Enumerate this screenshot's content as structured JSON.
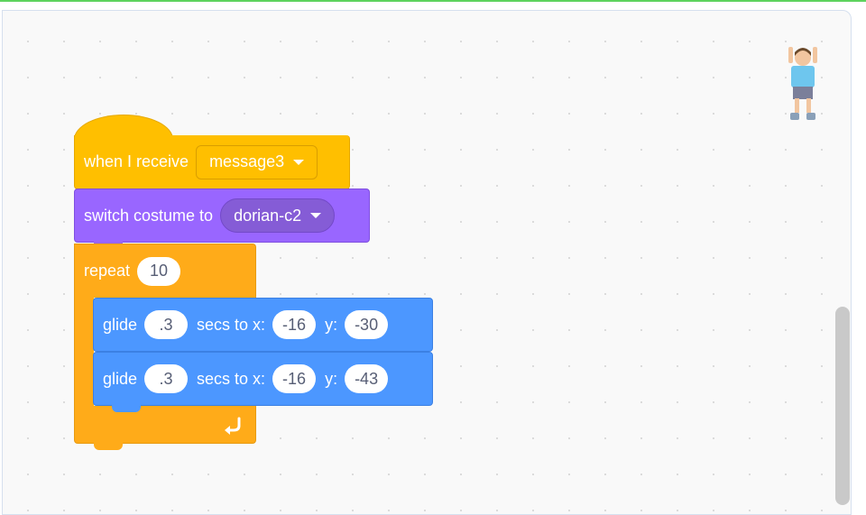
{
  "colors": {
    "events": "#ffbf00",
    "looks": "#9966ff",
    "control": "#ffab19",
    "motion": "#4c97ff",
    "workspace": "#f9f9f9",
    "input_text": "#575e75"
  },
  "script": {
    "hat": {
      "label": "when I receive",
      "message": "message3"
    },
    "switch_costume": {
      "label": "switch costume to",
      "costume": "dorian-c2"
    },
    "repeat": {
      "label": "repeat",
      "count": "10"
    },
    "glides": [
      {
        "label": "glide",
        "secs": ".3",
        "secs_label": "secs to x:",
        "x": "-16",
        "y_label": "y:",
        "y": "-30"
      },
      {
        "label": "glide",
        "secs": ".3",
        "secs_label": "secs to x:",
        "x": "-16",
        "y_label": "y:",
        "y": "-43"
      }
    ]
  },
  "icons": {
    "sprite": "sprite-thumbnail-icon",
    "dropdown": "caret-down-icon",
    "loop": "repeat-arrow-icon"
  }
}
